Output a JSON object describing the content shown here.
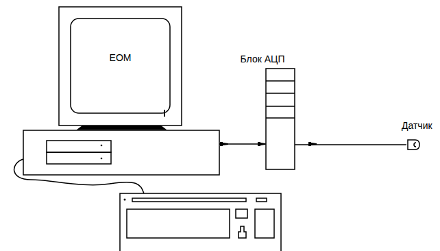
{
  "diagram": {
    "nodes": [
      {
        "text": [
          "ЕОМ"
        ]
      },
      {
        "text": [
          "Блок АЦП"
        ]
      },
      {
        "text": [
          "Датчик"
        ]
      }
    ],
    "edges": [
      {
        "from": 0,
        "to": 1,
        "arrow": "none"
      },
      {
        "from": 1,
        "to": 2,
        "arrow": "none"
      }
    ]
  }
}
